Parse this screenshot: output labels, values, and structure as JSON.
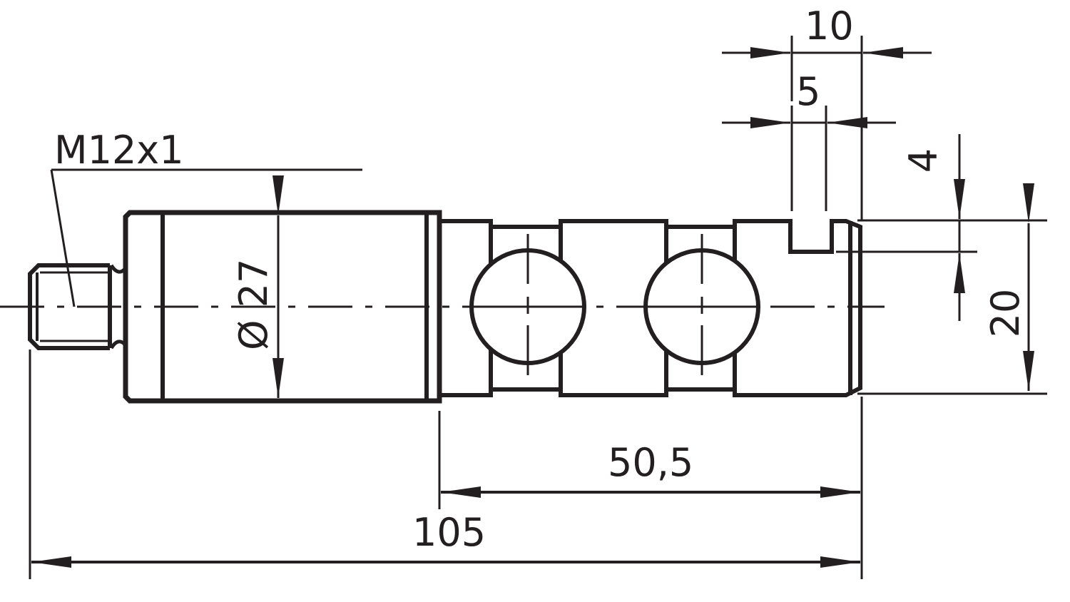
{
  "drawing": {
    "type": "technical drawing - cylindrical sensor side view",
    "stroke_color": "#231f20",
    "background": "#ffffff",
    "thread_label": "M12x1",
    "dimensions": {
      "diameter": "Ø 27",
      "overall_length": "105",
      "front_length": "50,5",
      "slot_outer_width": "10",
      "slot_width": "5",
      "slot_depth": "4",
      "head_height": "20"
    }
  }
}
